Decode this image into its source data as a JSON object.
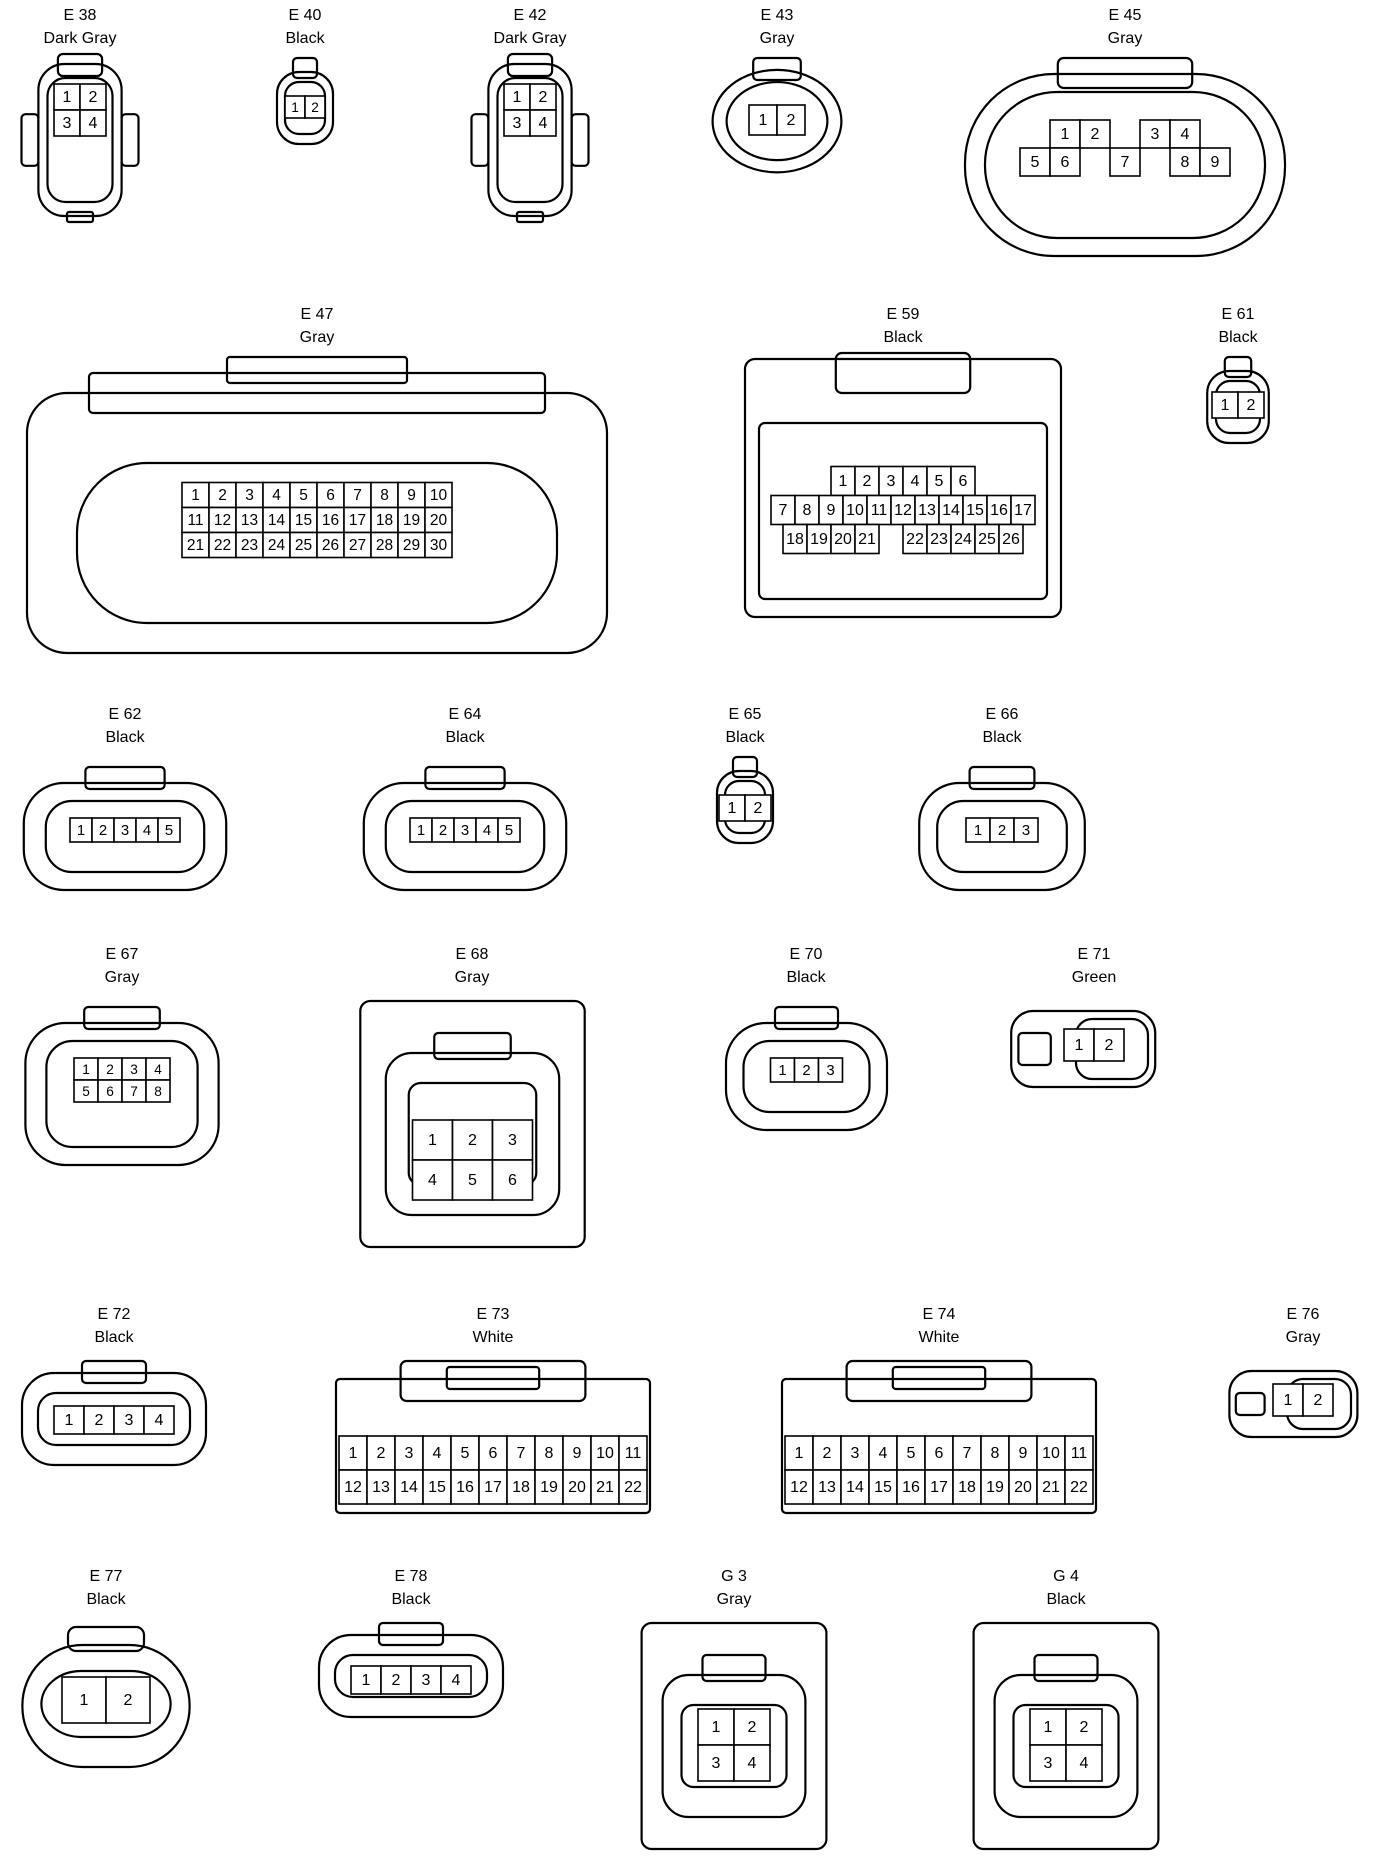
{
  "connectors": [
    {
      "id": "E 38",
      "color": "Dark Gray",
      "pins": [
        [
          "1",
          "2"
        ],
        [
          "3",
          "4"
        ]
      ],
      "style": "tab"
    },
    {
      "id": "E 40",
      "color": "Black",
      "pins": [
        [
          "1",
          "2"
        ]
      ],
      "style": "small"
    },
    {
      "id": "E 42",
      "color": "Dark Gray",
      "pins": [
        [
          "1",
          "2"
        ],
        [
          "3",
          "4"
        ]
      ],
      "style": "tab"
    },
    {
      "id": "E 43",
      "color": "Gray",
      "pins": [
        [
          "1",
          "2"
        ]
      ],
      "style": "round"
    },
    {
      "id": "E 45",
      "color": "Gray",
      "pins": [
        [
          "1",
          "2",
          "",
          "3",
          "4"
        ],
        [
          "5",
          "6",
          "",
          "7",
          "",
          "8",
          "9"
        ]
      ],
      "style": "large-oval"
    },
    {
      "id": "E 47",
      "color": "Gray",
      "pins": [
        [
          "1",
          "2",
          "3",
          "4",
          "5",
          "6",
          "7",
          "8",
          "9",
          "10"
        ],
        [
          "11",
          "12",
          "13",
          "14",
          "15",
          "16",
          "17",
          "18",
          "19",
          "20"
        ],
        [
          "21",
          "22",
          "23",
          "24",
          "25",
          "26",
          "27",
          "28",
          "29",
          "30"
        ]
      ],
      "style": "ecu"
    },
    {
      "id": "E 59",
      "color": "Black",
      "pins": [
        [
          "1",
          "2",
          "3",
          "4",
          "5",
          "6"
        ],
        [
          "7",
          "8",
          "9",
          "10",
          "11",
          "12",
          "13",
          "14",
          "15",
          "16",
          "17"
        ],
        [
          "18",
          "19",
          "20",
          "21",
          "",
          "22",
          "23",
          "24",
          "25",
          "26"
        ]
      ],
      "style": "junction"
    },
    {
      "id": "E 61",
      "color": "Black",
      "pins": [
        [
          "1",
          "2"
        ]
      ],
      "style": "small"
    },
    {
      "id": "E 62",
      "color": "Black",
      "pins": [
        [
          "1",
          "2",
          "3",
          "4",
          "5"
        ]
      ],
      "style": "oct"
    },
    {
      "id": "E 64",
      "color": "Black",
      "pins": [
        [
          "1",
          "2",
          "3",
          "4",
          "5"
        ]
      ],
      "style": "oct"
    },
    {
      "id": "E 65",
      "color": "Black",
      "pins": [
        [
          "1",
          "2"
        ]
      ],
      "style": "small"
    },
    {
      "id": "E 66",
      "color": "Black",
      "pins": [
        [
          "1",
          "2",
          "3"
        ]
      ],
      "style": "oct"
    },
    {
      "id": "E 67",
      "color": "Gray",
      "pins": [
        [
          "1",
          "2",
          "3",
          "4"
        ],
        [
          "5",
          "6",
          "7",
          "8"
        ]
      ],
      "style": "oct"
    },
    {
      "id": "E 68",
      "color": "Gray",
      "pins": [
        [
          "1",
          "2",
          "3"
        ],
        [
          "4",
          "5",
          "6"
        ]
      ],
      "style": "box"
    },
    {
      "id": "E 70",
      "color": "Black",
      "pins": [
        [
          "1",
          "2",
          "3"
        ]
      ],
      "style": "oct"
    },
    {
      "id": "E 71",
      "color": "Green",
      "pins": [
        [
          "1",
          "2"
        ]
      ],
      "style": "side"
    },
    {
      "id": "E 72",
      "color": "Black",
      "pins": [
        [
          "1",
          "2",
          "3",
          "4"
        ]
      ],
      "style": "rounded"
    },
    {
      "id": "E 73",
      "color": "White",
      "pins": [
        [
          "1",
          "2",
          "3",
          "4",
          "5",
          "6",
          "7",
          "8",
          "9",
          "10",
          "11"
        ],
        [
          "12",
          "13",
          "14",
          "15",
          "16",
          "17",
          "18",
          "19",
          "20",
          "21",
          "22"
        ]
      ],
      "style": "wide"
    },
    {
      "id": "E 74",
      "color": "White",
      "pins": [
        [
          "1",
          "2",
          "3",
          "4",
          "5",
          "6",
          "7",
          "8",
          "9",
          "10",
          "11"
        ],
        [
          "12",
          "13",
          "14",
          "15",
          "16",
          "17",
          "18",
          "19",
          "20",
          "21",
          "22"
        ]
      ],
      "style": "wide"
    },
    {
      "id": "E 76",
      "color": "Gray",
      "pins": [
        [
          "1",
          "2"
        ]
      ],
      "style": "side"
    },
    {
      "id": "E 77",
      "color": "Black",
      "pins": [
        [
          "1",
          "2"
        ]
      ],
      "style": "big2"
    },
    {
      "id": "E 78",
      "color": "Black",
      "pins": [
        [
          "1",
          "2",
          "3",
          "4"
        ]
      ],
      "style": "rounded"
    },
    {
      "id": "G 3",
      "color": "Gray",
      "pins": [
        [
          "1",
          "2"
        ],
        [
          "3",
          "4"
        ]
      ],
      "style": "box"
    },
    {
      "id": "G 4",
      "color": "Black",
      "pins": [
        [
          "1",
          "2"
        ],
        [
          "3",
          "4"
        ]
      ],
      "style": "box"
    }
  ]
}
